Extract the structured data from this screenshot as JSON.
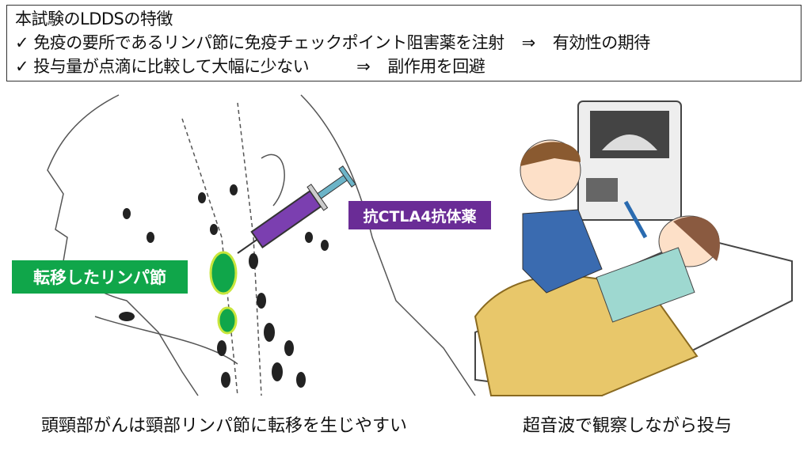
{
  "summary": {
    "title": "本試験のLDDSの特徴",
    "points": [
      {
        "check": "✓",
        "text": "免疫の要所であるリンパ節に免疫チェックポイント阻害薬を注射",
        "arrow": "⇒",
        "result": "有効性の期待"
      },
      {
        "check": "✓",
        "text": "投与量が点滴に比較して大幅に少ない",
        "arrow": "⇒",
        "result": "副作用を回避"
      }
    ]
  },
  "left_panel": {
    "metastasis_label": "転移したリンパ節",
    "drug_label": "抗CTLA4抗体薬",
    "caption": "頭頸部がんは頸部リンパ節に転移を生じやすい"
  },
  "right_panel": {
    "caption": "超音波で観察しながら投与"
  },
  "colors": {
    "green": "#10a64a",
    "purple": "#6a2c96",
    "syringe": "#7b3fb0"
  }
}
